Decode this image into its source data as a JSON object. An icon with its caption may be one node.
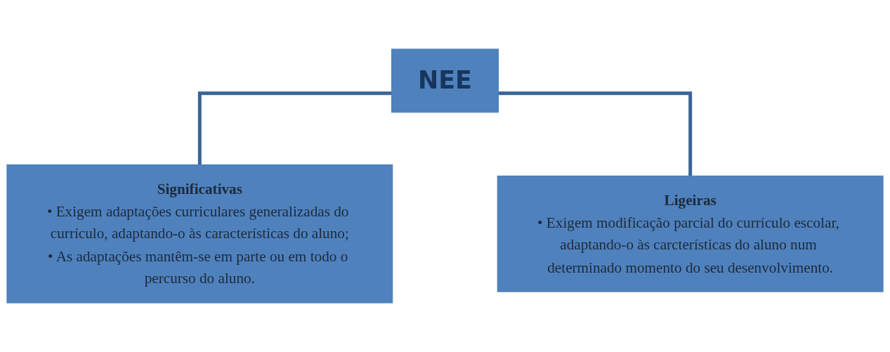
{
  "diagram": {
    "nodes": [
      {
        "text": [
          "NEE"
        ]
      },
      {
        "text": [
          "Significativas",
          "• Exigem adaptações curriculares generalizadas do currículo, adaptando-o às características do aluno;",
          "• As adaptações mantêm-se em parte ou em todo o percurso do aluno."
        ]
      },
      {
        "text": [
          "Ligeiras",
          "• Exigem modificação parcial do currículo escolar, adaptando-o às carcterísticas do aluno num determinado momento do seu desenvolvimento."
        ]
      }
    ],
    "edges": [
      {
        "from": 0,
        "to": 1,
        "arrow": "none"
      },
      {
        "from": 0,
        "to": 2,
        "arrow": "none"
      }
    ]
  }
}
